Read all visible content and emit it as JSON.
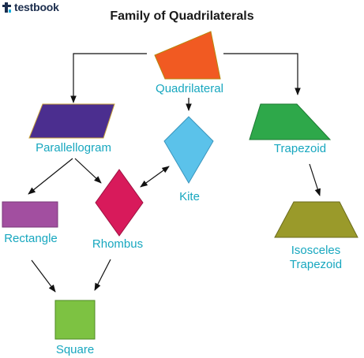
{
  "brand": {
    "name": "testbook"
  },
  "title": "Family of Quadrilaterals",
  "shapes": {
    "quadrilateral": {
      "label": "Quadrilateral",
      "color": "#f15a22"
    },
    "parallelogram": {
      "label": "Parallellogram",
      "color": "#4b2e8f"
    },
    "kite": {
      "label": "Kite",
      "color": "#5bc2ea"
    },
    "trapezoid": {
      "label": "Trapezoid",
      "color": "#2ea84a"
    },
    "rectangle": {
      "label": "Rectangle",
      "color": "#a24fa0"
    },
    "rhombus": {
      "label": "Rhombus",
      "color": "#d81a5b"
    },
    "isosceles_trapezoid": {
      "label_line1": "Isosceles",
      "label_line2": "Trapezoid",
      "color": "#9a9a2a"
    },
    "square": {
      "label": "Square",
      "color": "#7dc242"
    }
  },
  "label_color": "#17a7bf"
}
